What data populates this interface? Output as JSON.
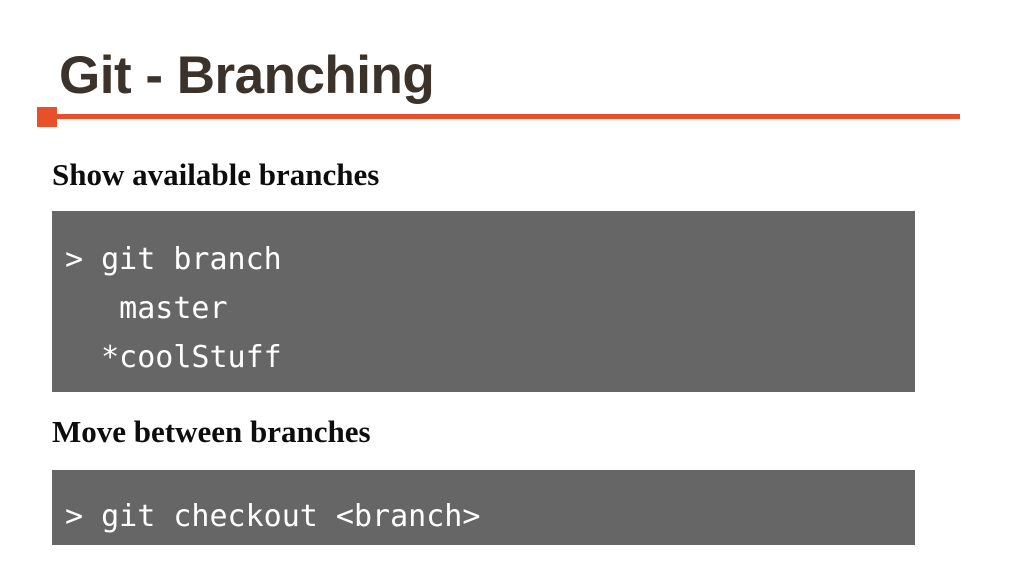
{
  "slide": {
    "title": "Git - Branching",
    "accent_color": "#e8502a",
    "title_color": "#3a322b",
    "code_bg_color": "#666666",
    "code_text_color": "#ffffff",
    "background_color": "#ffffff"
  },
  "sections": [
    {
      "heading": "Show available branches",
      "code": "> git branch\n   master\n  *coolStuff"
    },
    {
      "heading": "Move between branches",
      "code": "> git checkout <branch>"
    }
  ]
}
